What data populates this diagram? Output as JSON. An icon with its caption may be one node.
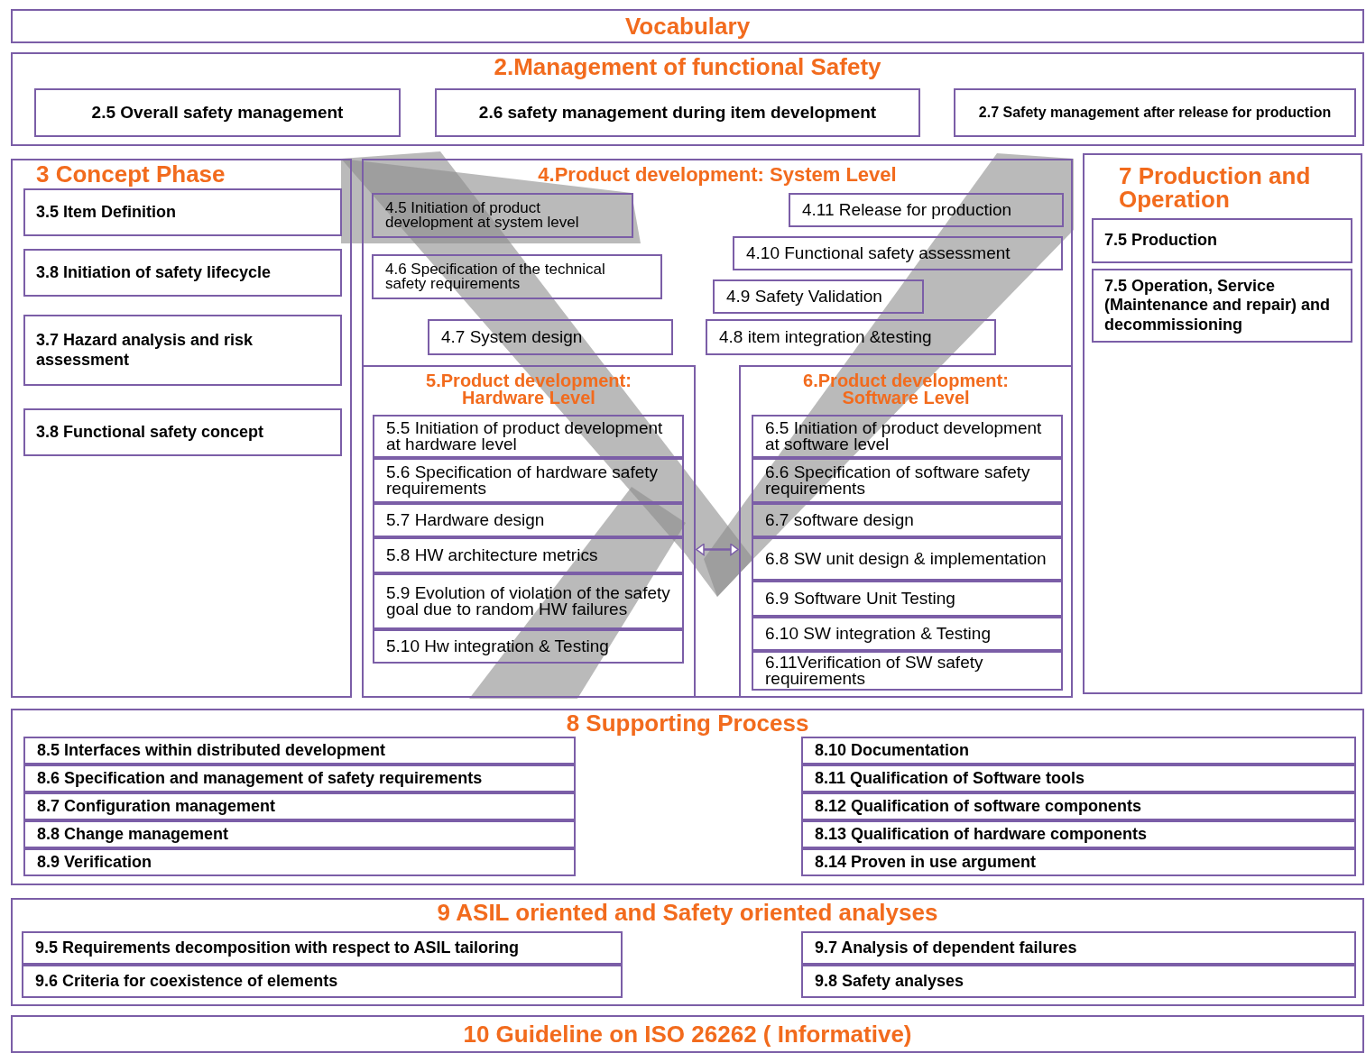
{
  "diagram": {
    "nodes": [
      {
        "text": [
          "Vocabulary"
        ]
      },
      {
        "text": [
          "2.Management of functional Safety"
        ]
      },
      {
        "text": [
          "2.5 Overall safety management"
        ],
        "in": 1
      },
      {
        "text": [
          "2.6 safety management during item development"
        ],
        "in": 1
      },
      {
        "text": [
          "2.7 Safety management after release for production"
        ],
        "in": 1
      },
      {
        "text": [
          "3 Concept Phase"
        ]
      },
      {
        "text": [
          "3.5 Item Definition"
        ],
        "in": 5
      },
      {
        "text": [
          "3.8 Initiation of safety lifecycle"
        ],
        "in": 5
      },
      {
        "text": [
          "3.7 Hazard analysis and risk assessment"
        ],
        "in": 5
      },
      {
        "text": [
          "3.8 Functional safety  concept"
        ],
        "in": 5
      },
      {
        "text": [
          "4.Product development: System Level"
        ]
      },
      {
        "text": [
          "4.5 Initiation of product development at system level"
        ],
        "in": 10
      },
      {
        "text": [
          "4.11 Release for production"
        ],
        "in": 10
      },
      {
        "text": [
          "4.6 Specification of the technical safety requirements"
        ],
        "in": 10
      },
      {
        "text": [
          "4.10 Functional safety assessment"
        ],
        "in": 10
      },
      {
        "text": [
          "4.9 Safety Validation"
        ],
        "in": 10
      },
      {
        "text": [
          "4.7 System design"
        ],
        "in": 10
      },
      {
        "text": [
          "4.8 item integration  &testing"
        ],
        "in": 10
      },
      {
        "text": [
          "5.Product development: Hardware Level"
        ],
        "in": 10
      },
      {
        "text": [
          "5.5 Initiation of product development at hardware level"
        ],
        "in": 18
      },
      {
        "text": [
          "5.6 Specification of hardware safety requirements"
        ],
        "in": 18
      },
      {
        "text": [
          "5.7 Hardware design"
        ],
        "in": 18
      },
      {
        "text": [
          "5.8 HW architecture metrics"
        ],
        "in": 18
      },
      {
        "text": [
          "5.9 Evolution of violation of the safety goal due to random HW failures"
        ],
        "in": 18
      },
      {
        "text": [
          "5.10 Hw integration  & Testing"
        ],
        "in": 18
      },
      {
        "text": [
          "6.Product development: Software Level"
        ],
        "in": 10
      },
      {
        "text": [
          "6.5 Initiation of product development at software level"
        ],
        "in": 25
      },
      {
        "text": [
          "6.6 Specification of software safety requirements"
        ],
        "in": 25
      },
      {
        "text": [
          "6.7 software design"
        ],
        "in": 25
      },
      {
        "text": [
          "6.8 SW unit design & implementation"
        ],
        "in": 25
      },
      {
        "text": [
          "6.9 Software Unit Testing"
        ],
        "in": 25
      },
      {
        "text": [
          "6.10 SW integration  & Testing"
        ],
        "in": 25
      },
      {
        "text": [
          "6.11Verification of SW safety requirements"
        ],
        "in": 25
      },
      {
        "text": [
          "7 Production  and Operation"
        ]
      },
      {
        "text": [
          "7.5 Production"
        ],
        "in": 33
      },
      {
        "text": [
          "7.5 Operation, Service (Maintenance and repair) and decommissioning"
        ],
        "in": 33
      },
      {
        "text": [
          "8 Supporting Process"
        ]
      },
      {
        "text": [
          "8.5 Interfaces  within distributed development"
        ],
        "in": 36
      },
      {
        "text": [
          "8.6 Specification  and management of safety requirements"
        ],
        "in": 36
      },
      {
        "text": [
          "8.7 Configuration management"
        ],
        "in": 36
      },
      {
        "text": [
          "8.8 Change management"
        ],
        "in": 36
      },
      {
        "text": [
          "8.9 Verification"
        ],
        "in": 36
      },
      {
        "text": [
          "8.10 Documentation"
        ],
        "in": 36
      },
      {
        "text": [
          "8.11 Qualification of Software tools"
        ],
        "in": 36
      },
      {
        "text": [
          "8.12 Qualification of software components"
        ],
        "in": 36
      },
      {
        "text": [
          "8.13 Qualification of hardware components"
        ],
        "in": 36
      },
      {
        "text": [
          "8.14 Proven in use argument"
        ],
        "in": 36
      },
      {
        "text": [
          "9 ASIL oriented and Safety oriented analyses"
        ]
      },
      {
        "text": [
          "9.5 Requirements decomposition with respect to ASIL tailoring"
        ],
        "in": 47
      },
      {
        "text": [
          "9.6 Criteria for coexistence of elements"
        ],
        "in": 47
      },
      {
        "text": [
          "9.7 Analysis of dependent failures"
        ],
        "in": 47
      },
      {
        "text": [
          "9.8 Safety analyses"
        ],
        "in": 47
      },
      {
        "text": [
          "10 Guideline on ISO 26262 ( Informative)"
        ]
      }
    ],
    "edges": [
      {
        "from": 18,
        "to": 25,
        "arrow": "both"
      }
    ]
  }
}
